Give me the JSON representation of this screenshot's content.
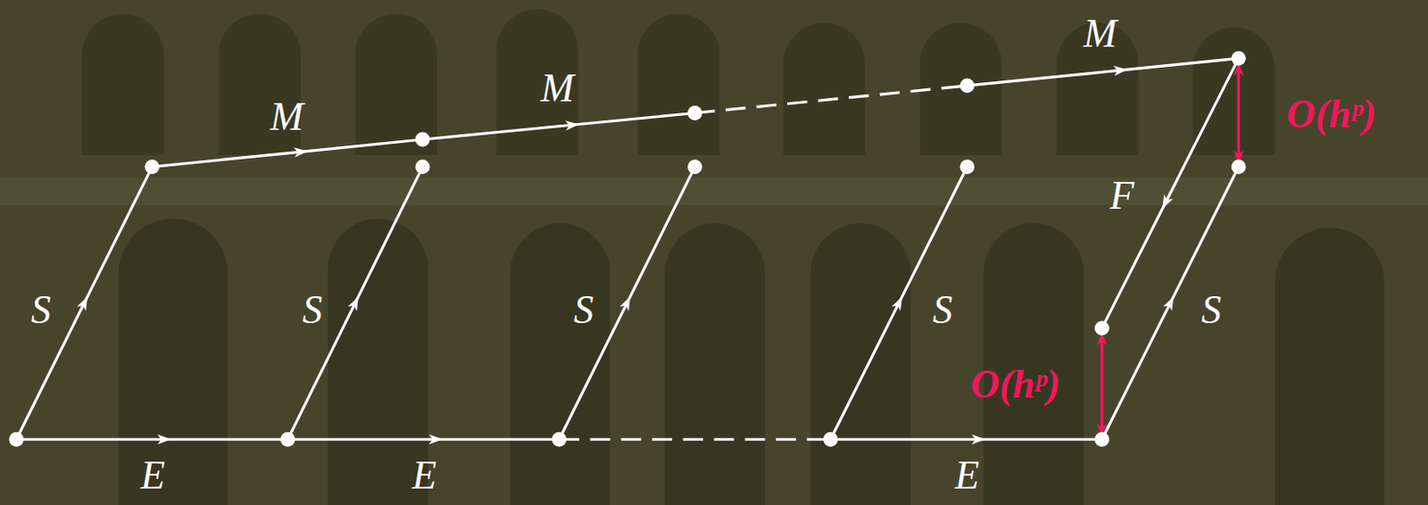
{
  "diagram": {
    "labels": [
      "M",
      "M",
      "M",
      "S",
      "S",
      "S",
      "S",
      "F",
      "S",
      "O(hᵖ)",
      "O(hᵖ)",
      "E",
      "E",
      "E"
    ]
  }
}
